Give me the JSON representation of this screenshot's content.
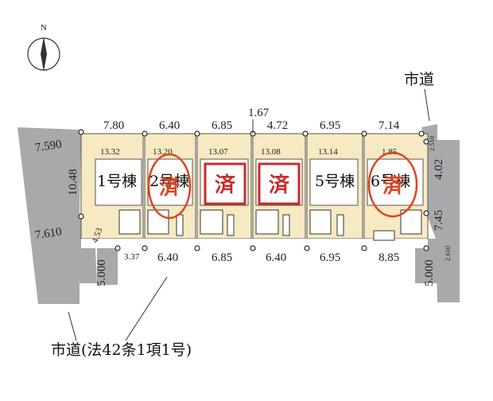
{
  "compass": {
    "label": "N"
  },
  "roads": {
    "north_east": "市道",
    "south": "市道(法42条1項1号)"
  },
  "lots": [
    {
      "id": "1",
      "label": "1号棟",
      "area": "13.32",
      "status": ""
    },
    {
      "id": "2",
      "label": "2号棟",
      "area": "13.20",
      "status": "済"
    },
    {
      "id": "3",
      "label": "",
      "area": "13.07",
      "status": "済"
    },
    {
      "id": "4",
      "label": "",
      "area": "13.08",
      "status": "済"
    },
    {
      "id": "5",
      "label": "5号棟",
      "area": "13.14",
      "status": ""
    },
    {
      "id": "6",
      "label": "6号棟",
      "area": "1.85",
      "status": "済"
    }
  ],
  "dimensions": {
    "top": [
      "7.80",
      "6.40",
      "6.85",
      "1.67",
      "4.72",
      "6.95",
      "7.14"
    ],
    "bottom": [
      "3.37",
      "6.40",
      "6.85",
      "6.40",
      "6.95",
      "8.85"
    ],
    "left": [
      "7.590",
      "10.48",
      "7.610",
      "4.53",
      "5.000"
    ],
    "right": [
      "2.510",
      "4.02",
      "7.45",
      "2.610",
      "5.000"
    ]
  },
  "colors": {
    "road_gray": "#a9a9ab",
    "lot_beige": "#f7e9c1",
    "lot_outline": "#555555",
    "stamp_red": "#e0431f",
    "stamp_box": "#cc2a2a"
  }
}
